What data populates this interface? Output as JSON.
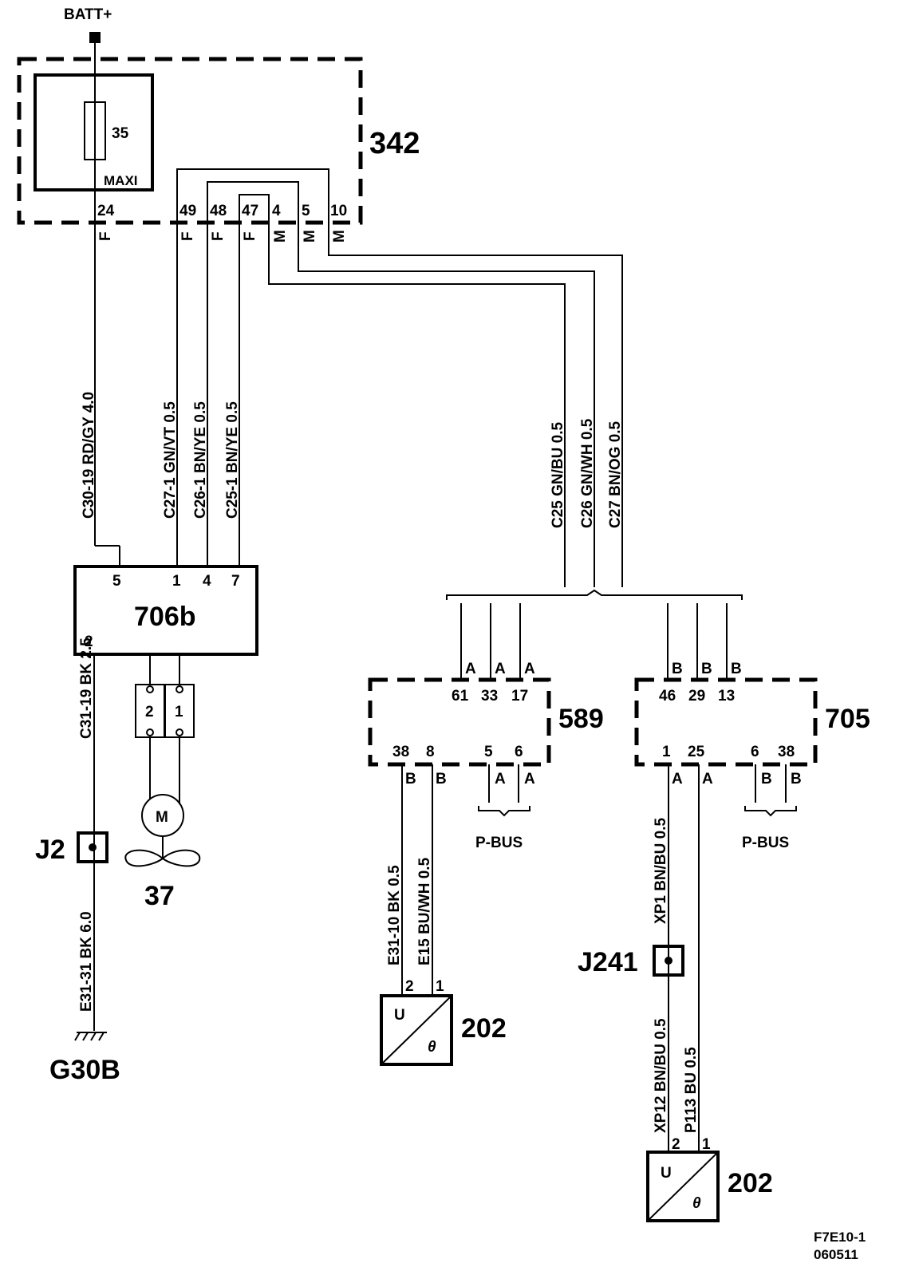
{
  "supply": {
    "label": "BATT+"
  },
  "box_342": {
    "label": "342",
    "fuse_number": "35",
    "fuse_type": "MAXI",
    "pins": [
      "24",
      "49",
      "48",
      "47",
      "4",
      "5",
      "10"
    ],
    "pin_types": [
      "F",
      "F",
      "F",
      "F",
      "M",
      "M",
      "M"
    ]
  },
  "wires_left": [
    {
      "label": "C30-19  RD/GY  4.0"
    },
    {
      "label": "C27-1  GN/VT  0.5"
    },
    {
      "label": "C26-1  BN/YE  0.5"
    },
    {
      "label": "C25-1  BN/YE  0.5"
    }
  ],
  "wires_right": [
    {
      "label": "C25  GN/BU  0.5"
    },
    {
      "label": "C26  GN/WH  0.5"
    },
    {
      "label": "C27  BN/OG  0.5"
    }
  ],
  "module_706b": {
    "label": "706b",
    "pins_top": [
      "5",
      "1",
      "4",
      "7"
    ],
    "pin_bottom": "2"
  },
  "motor_37": {
    "label": "37",
    "symbol": "M",
    "connector_pins": [
      "2",
      "1"
    ]
  },
  "ground_wires": [
    {
      "label": "C31-19  BK  2.5"
    },
    {
      "label": "E31-31  BK  6.0"
    }
  ],
  "junction_j2": {
    "label": "J2"
  },
  "ground_g30b": {
    "label": "G30B"
  },
  "module_589": {
    "label": "589",
    "pins_top": [
      "61",
      "33",
      "17"
    ],
    "pins_top_conn": [
      "A",
      "A",
      "A"
    ],
    "pins_bottom": [
      "38",
      "8",
      "5",
      "6"
    ],
    "pins_bottom_conn": [
      "B",
      "B",
      "A",
      "A"
    ],
    "bus": "P-BUS"
  },
  "module_705": {
    "label": "705",
    "pins_top": [
      "46",
      "29",
      "13"
    ],
    "pins_top_conn": [
      "B",
      "B",
      "B"
    ],
    "pins_bottom": [
      "1",
      "25",
      "6",
      "38"
    ],
    "pins_bottom_conn": [
      "A",
      "A",
      "B",
      "B"
    ],
    "bus": "P-BUS"
  },
  "wires_589_down": [
    {
      "label": "E31-10  BK  0.5"
    },
    {
      "label": "E15  BU/WH  0.5"
    }
  ],
  "sensor_left": {
    "label": "202",
    "pins": [
      "2",
      "1"
    ],
    "u": "U",
    "theta": "θ"
  },
  "wires_705_down": [
    {
      "label": "XP1  BN/BU  0.5"
    },
    {
      "label": "XP12  BN/BU  0.5"
    },
    {
      "label": "P113  BU  0.5"
    }
  ],
  "junction_j241": {
    "label": "J241"
  },
  "sensor_right": {
    "label": "202",
    "pins": [
      "2",
      "1"
    ],
    "u": "U",
    "theta": "θ"
  },
  "footer": {
    "code": "F7E10-1",
    "date": "060511"
  }
}
